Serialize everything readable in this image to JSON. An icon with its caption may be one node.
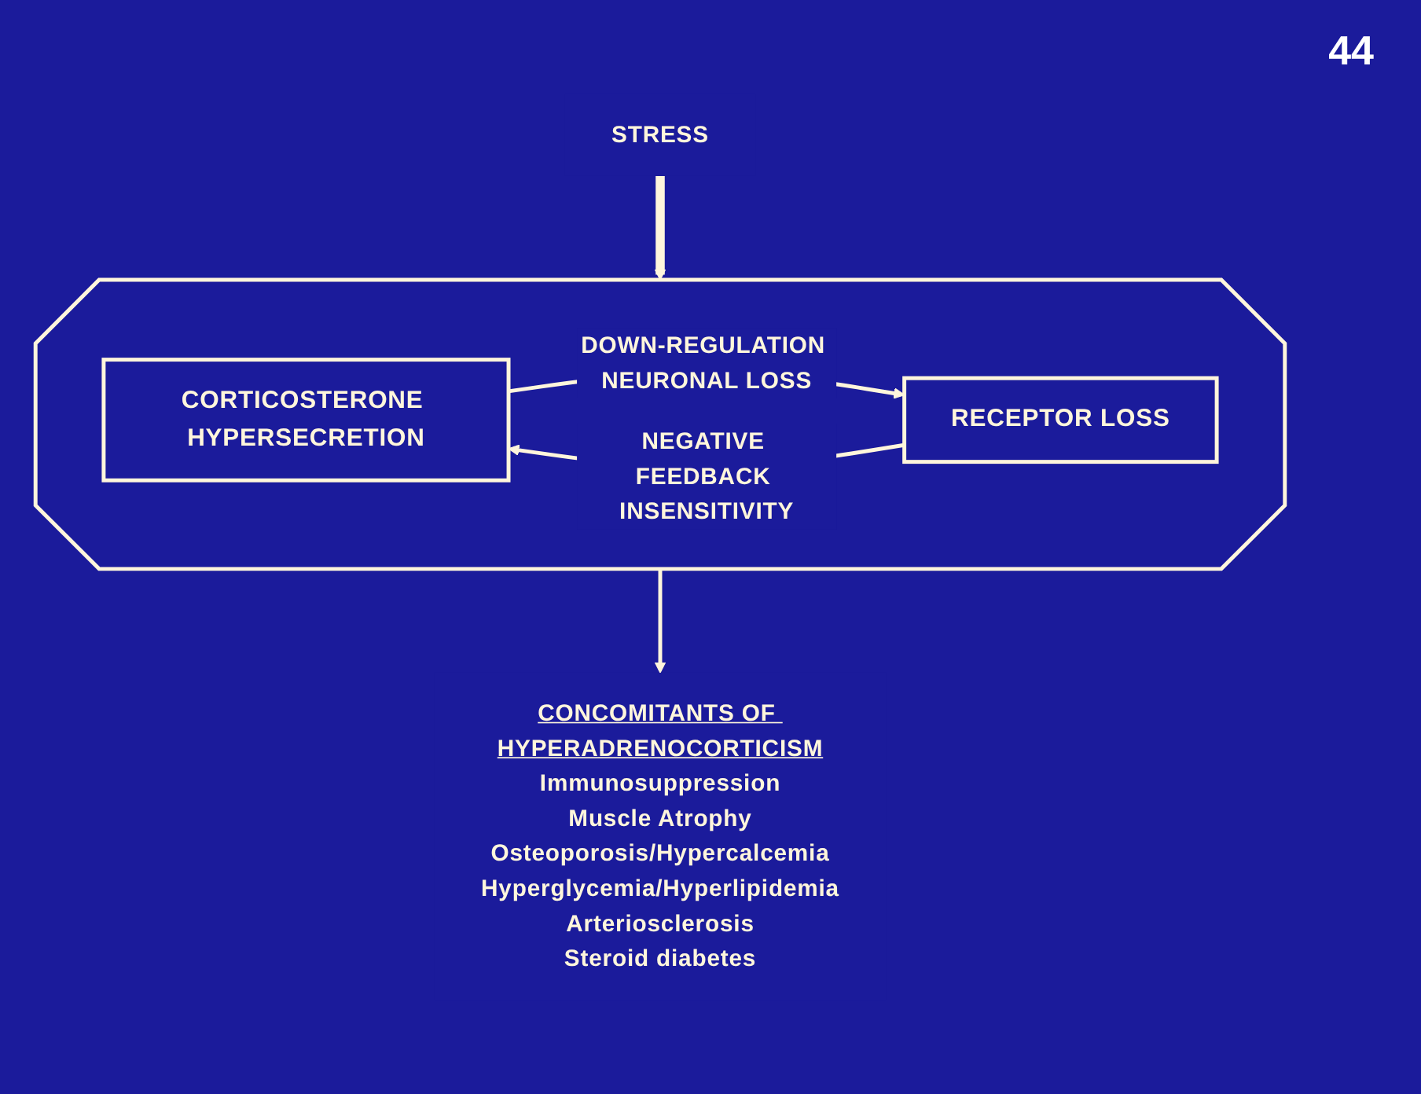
{
  "diagram": {
    "nodes": [
      {
        "text": [
          "STRESS"
        ]
      },
      {
        "text": [],
        "shape": "octagon"
      },
      {
        "text": [
          "CORTICOSTERONE HYPERSECRETION"
        ],
        "in": 1
      },
      {
        "text": [
          "RECEPTOR LOSS"
        ],
        "in": 1
      },
      {
        "text": [
          "CONCOMITANTS OF HYPERADRENOCORTICISM",
          "Immunosuppression",
          "Muscle Atrophy",
          "Osteoporosis/Hypercalcemia",
          "Hyperglycemia/Hyperlipidemia",
          "Arteriosclerosis",
          "Steroid diabetes"
        ]
      }
    ],
    "edges": [
      {
        "from": 0,
        "to": 1,
        "arrow": "to",
        "style": "thick"
      },
      {
        "from": 2,
        "to": 3,
        "arrow": "to",
        "label": "DOWN-REGULATION NEURONAL LOSS"
      },
      {
        "from": 3,
        "to": 2,
        "arrow": "to",
        "label": "NEGATIVE FEEDBACK INSENSITIVITY"
      },
      {
        "from": 1,
        "to": 4,
        "arrow": "to"
      }
    ],
    "labels": [
      "44"
    ]
  }
}
